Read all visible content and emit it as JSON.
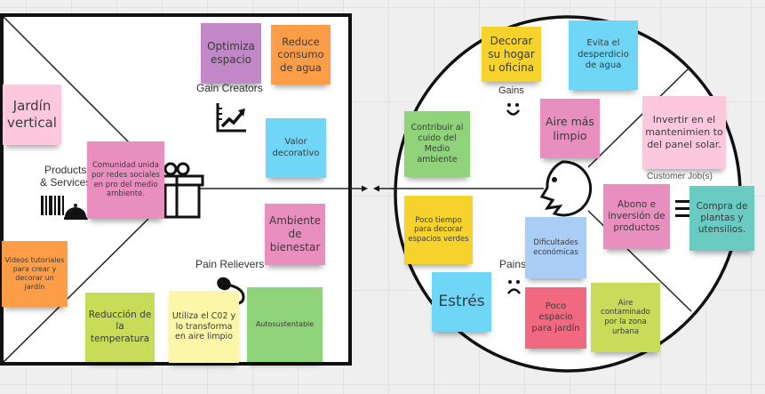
{
  "value_map": {
    "labels": {
      "gain_creators": "Gain Creators",
      "pain_relievers": "Pain Relievers",
      "products_services_line1": "Products",
      "products_services_line2": "& Services"
    },
    "notes": {
      "optimiza": "Optimiza espacio",
      "reduce_agua": "Reduce consumo de agua",
      "jardin_vertical": "Jardín vertical",
      "comunidad": "Comunidad unida por redes sociales en pro del medio ambiente.",
      "valor_decorativo": "Valor decorativo",
      "ambiente_bienestar": "Ambiente de bienestar",
      "videos": "Videos tutoriales para crear y decorar un jardín",
      "reduccion_temp": "Reducción de la temperatura",
      "utiliza_co2": "Utiliza el C02 y lo transforma en aire limpio",
      "autosustentable": "Autosustentable"
    }
  },
  "customer_profile": {
    "labels": {
      "gains": "Gains",
      "pains": "Pains",
      "customer_jobs": "Customer Job(s)"
    },
    "notes": {
      "decorar_hogar": "Decorar su hogar u oficina",
      "evita_desperdicio": "Evita el desperdicio de agua",
      "contribuir": "Contribuir al cuido del Medio ambiente",
      "aire_limpio": "Aire más limpio",
      "invertir_panel": "Invertir en el mantenimien to del panel solar.",
      "poco_tiempo": "Poco tiempo para decorar espacios verdes",
      "dificultades": "Dificultades económicas",
      "abono": "Abono e inversión de productos",
      "compra_plantas": "Compra de plantas y utensilios.",
      "estres": "Estrés",
      "poco_espacio": "Poco espacio para jardín",
      "aire_contaminado": "Aire contaminado por la zona urbana"
    }
  },
  "colors": {
    "purple": "#c187c7",
    "orange": "#fd9d48",
    "light_pink": "#fdc8dd",
    "pink": "#e98fbf",
    "cyan": "#6fd6f7",
    "yellow": "#f6d22c",
    "light_yellow": "#fcf6a8",
    "lime": "#c9dc5a",
    "green": "#8fd47a",
    "teal": "#69cbc2",
    "light_blue": "#a9cdf5",
    "red_pink": "#f0697f"
  }
}
